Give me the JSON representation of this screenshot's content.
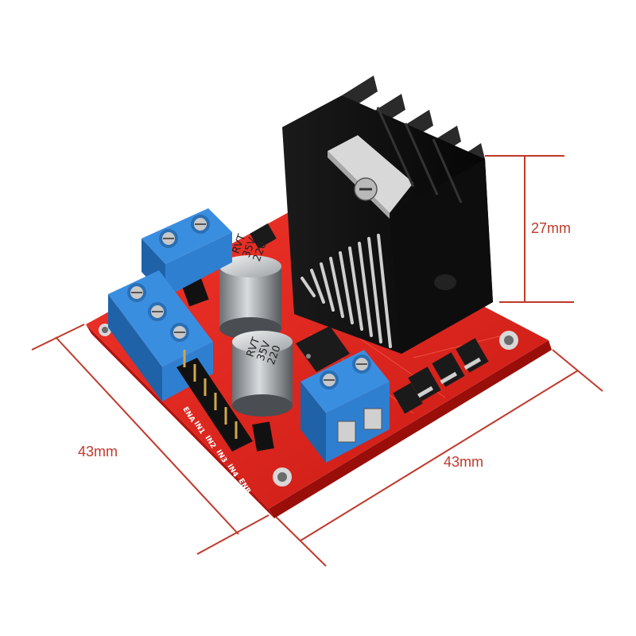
{
  "dimensions": {
    "width_label": "43mm",
    "depth_label": "43mm",
    "height_label": "27mm",
    "line_color": "#c0392b"
  },
  "board": {
    "pcb_color": "#e8261e",
    "terminal_color": "#2f7fd1",
    "heatsink_color": "#111111",
    "pin_labels": [
      "ENA",
      "IN1",
      "IN2",
      "IN3",
      "IN4",
      "ENB"
    ]
  },
  "capacitors": [
    {
      "lines": [
        "RVT",
        "35V",
        "220"
      ]
    },
    {
      "lines": [
        "RVT",
        "35V",
        "220"
      ]
    }
  ]
}
